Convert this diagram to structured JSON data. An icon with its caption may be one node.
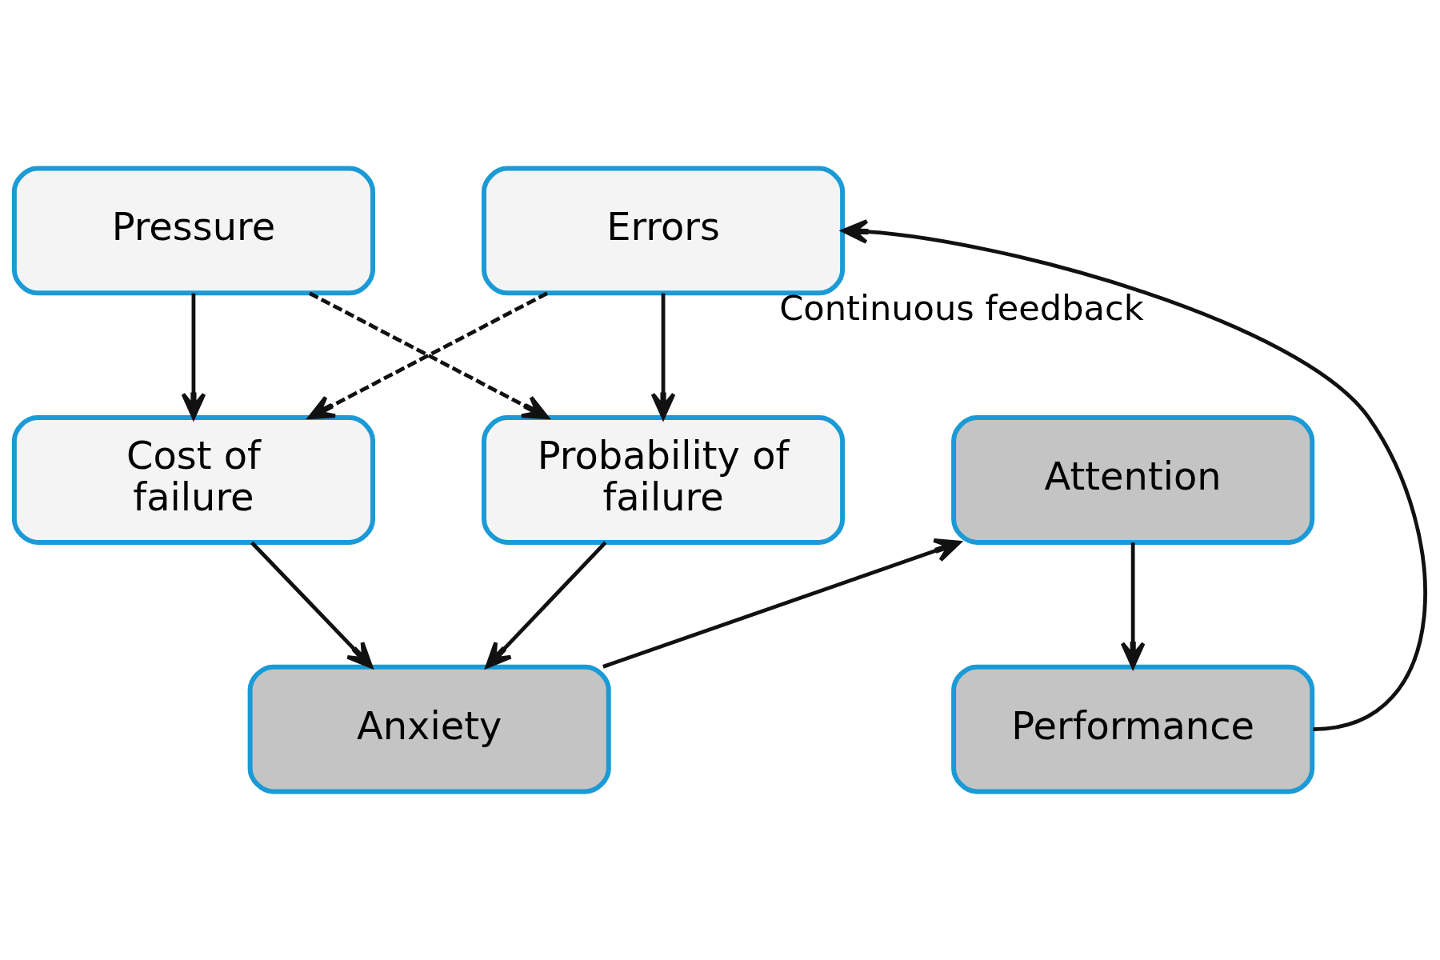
{
  "diagram": {
    "nodes": [
      {
        "text": [
          "Pressure"
        ]
      },
      {
        "text": [
          "Errors"
        ]
      },
      {
        "text": [
          "Cost of failure"
        ]
      },
      {
        "text": [
          "Probability of failure"
        ]
      },
      {
        "text": [
          "Attention"
        ]
      },
      {
        "text": [
          "Anxiety"
        ]
      },
      {
        "text": [
          "Performance"
        ]
      }
    ],
    "edges": [
      {
        "from": 0,
        "to": 2,
        "arrow": "to"
      },
      {
        "from": 0,
        "to": 3,
        "arrow": "to",
        "style": "dashed"
      },
      {
        "from": 1,
        "to": 2,
        "arrow": "to",
        "style": "dashed"
      },
      {
        "from": 1,
        "to": 3,
        "arrow": "to"
      },
      {
        "from": 2,
        "to": 5,
        "arrow": "to"
      },
      {
        "from": 3,
        "to": 5,
        "arrow": "to"
      },
      {
        "from": 5,
        "to": 4,
        "arrow": "to"
      },
      {
        "from": 4,
        "to": 6,
        "arrow": "to"
      },
      {
        "from": 6,
        "to": 1,
        "arrow": "to",
        "label": "Continuous feedback"
      }
    ]
  }
}
